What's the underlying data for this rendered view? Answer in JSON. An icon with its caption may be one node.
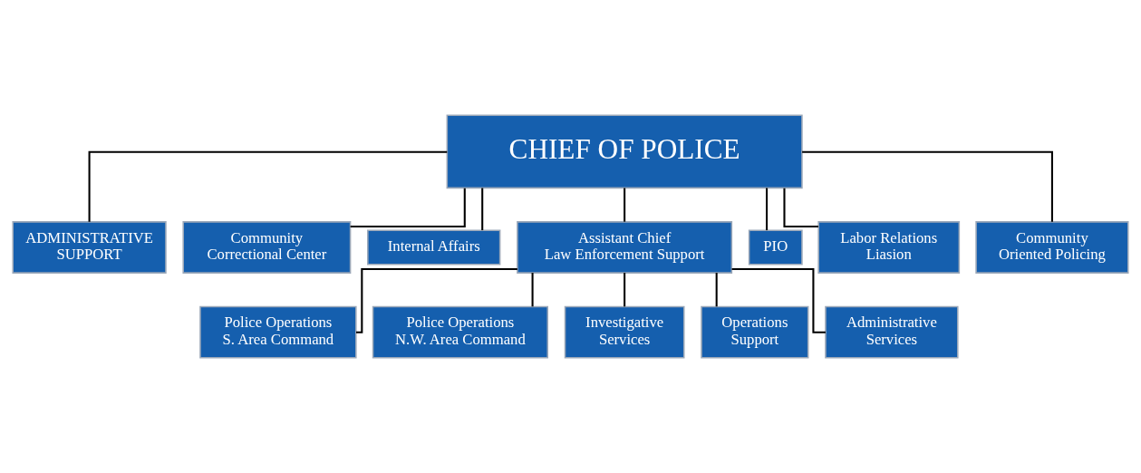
{
  "diagram": {
    "nodes": [
      {
        "text": [
          "CHIEF OF POLICE"
        ]
      },
      {
        "text": [
          "ADMINISTRATIVE SUPPORT"
        ]
      },
      {
        "text": [
          "Community Correctional Center"
        ]
      },
      {
        "text": [
          "Internal Affairs"
        ]
      },
      {
        "text": [
          "Assistant Chief Law Enforcement Support"
        ]
      },
      {
        "text": [
          "PIO"
        ]
      },
      {
        "text": [
          "Labor Relations Liasion"
        ]
      },
      {
        "text": [
          "Community Oriented Policing"
        ]
      },
      {
        "text": [
          "Police Operations S. Area Command"
        ]
      },
      {
        "text": [
          "Police Operations N.W. Area Command"
        ]
      },
      {
        "text": [
          "Investigative Services"
        ]
      },
      {
        "text": [
          "Operations Support"
        ]
      },
      {
        "text": [
          "Administrative Services"
        ]
      }
    ],
    "edges": [
      {
        "from": 0,
        "to": 1,
        "arrow": "none"
      },
      {
        "from": 0,
        "to": 2,
        "arrow": "none"
      },
      {
        "from": 0,
        "to": 3,
        "arrow": "none"
      },
      {
        "from": 0,
        "to": 4,
        "arrow": "none"
      },
      {
        "from": 0,
        "to": 5,
        "arrow": "none"
      },
      {
        "from": 0,
        "to": 6,
        "arrow": "none"
      },
      {
        "from": 0,
        "to": 7,
        "arrow": "none"
      },
      {
        "from": 4,
        "to": 8,
        "arrow": "none"
      },
      {
        "from": 4,
        "to": 9,
        "arrow": "none"
      },
      {
        "from": 4,
        "to": 10,
        "arrow": "none"
      },
      {
        "from": 4,
        "to": 11,
        "arrow": "none"
      },
      {
        "from": 4,
        "to": 12,
        "arrow": "none"
      }
    ]
  }
}
